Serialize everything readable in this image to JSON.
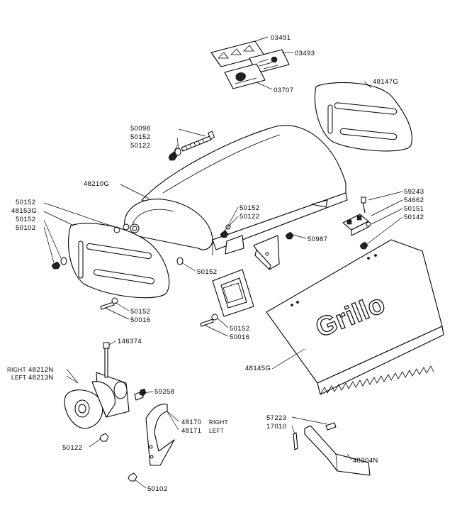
{
  "diagram": {
    "type": "exploded-parts-diagram",
    "brand_logo": "Grillo",
    "labels": {
      "p03491": "03491",
      "p03493": "03493",
      "p03707": "03707",
      "p48147G": "48147G",
      "p50098": "50098",
      "p50152_a": "50152",
      "p50122_a": "50122",
      "p48210G": "48210G",
      "p50152_b": "50152",
      "p48153G": "48153G",
      "p50152_c": "50152",
      "p50102_a": "50102",
      "p50152_d": "50152",
      "p50122_b": "50122",
      "p50987": "50987",
      "p50152_e": "50152",
      "p59243": "59243",
      "p54662": "54662",
      "p50151": "50151",
      "p50142": "50142",
      "p50152_f": "50152",
      "p50016_a": "50016",
      "p50152_g": "50152",
      "p50016_b": "50016",
      "p48145G": "48145G",
      "p146374": "146374",
      "right_label": "RIGHT",
      "p48212N": "48212N",
      "left_label": "LEFT",
      "p48213N": "48213N",
      "p59258": "59258",
      "p48170": "48170",
      "p48170_side": "RIGHT",
      "p48171": "48171",
      "p48171_side": "LEFT",
      "p50122_c": "50122",
      "p50102_b": "50102",
      "p57223": "57223",
      "p17010": "17010",
      "p48204N": "48204N"
    }
  }
}
